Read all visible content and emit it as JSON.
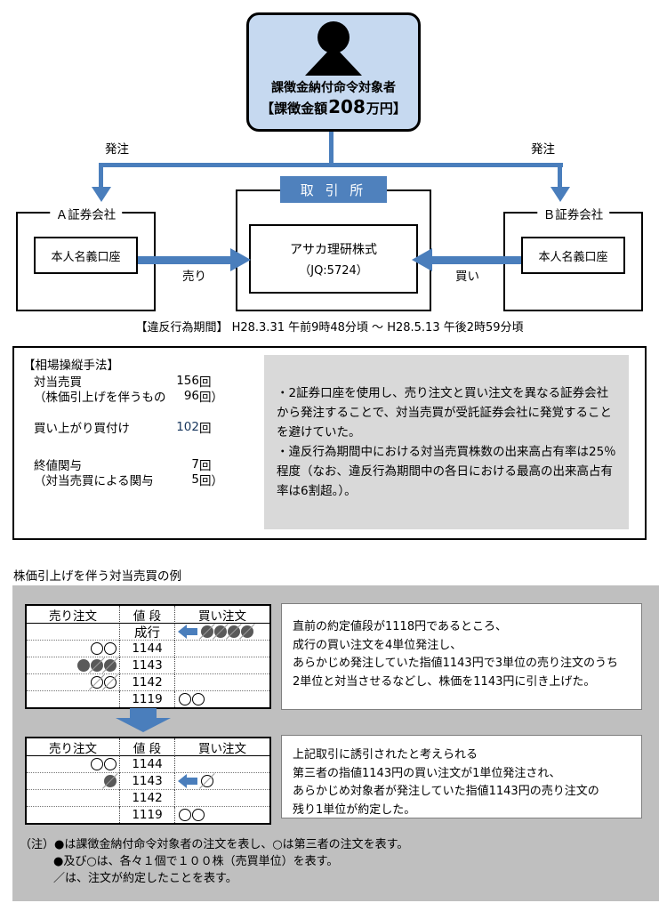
{
  "colors": {
    "accent_blue": "#4a7ebc",
    "exchange_blue": "#4f81bd",
    "subject_box_fill": "#c6d9f0",
    "panel_gray": "#bfbfbf",
    "method_note_gray": "#d9d9d9",
    "filled_circle": "#595959",
    "highlight_navy": "#17365d"
  },
  "subject": {
    "icon": "person-icon",
    "role": "課徴金納付命令対象者",
    "amount_prefix": "【課徴金額",
    "amount_number": "208",
    "amount_suffix": "万円】"
  },
  "flow": {
    "order_left": "発注",
    "order_right": "発注",
    "sell": "売り",
    "buy": "買い"
  },
  "exchange": {
    "name": "取 引 所",
    "stock": "アサカ理研株式",
    "code": "（JQ:5724）"
  },
  "brokers": {
    "a": {
      "name": "Ａ証券会社",
      "account": "本人名義口座"
    },
    "b": {
      "name": "Ｂ証券会社",
      "account": "本人名義口座"
    }
  },
  "violation_period": "【違反行為期間】 H28.3.31 午前9時48分頃 ～ H28.5.13 午後2時59分頃",
  "method": {
    "title": "【相場操縦手法】",
    "rows": [
      {
        "label": "対当売買",
        "num": "156",
        "unit": "回"
      },
      {
        "label": "（株価引上げを伴うもの",
        "num": "96",
        "unit": "回）"
      },
      {
        "label": "買い上がり買付け",
        "num": "102",
        "unit": "回"
      },
      {
        "label": "終値関与",
        "num": "7",
        "unit": "回"
      },
      {
        "label": "（対当売買による関与",
        "num": "5",
        "unit": "回）"
      }
    ],
    "notes": [
      "・2証券口座を使用し、売り注文と買い注文を異なる証券会社から発注することで、対当売買が受託証券会社に発覚することを避けていた。",
      "・違反行為期間中における対当売買株数の出来高占有率は25％程度（なお、違反行為期間中の各日における最高の出来高占有率は6割超。）。"
    ]
  },
  "example": {
    "title": "株価引上げを伴う対当売買の例",
    "headers": [
      "売り注文",
      "値 段",
      "買い注文"
    ],
    "token_legend": {
      "F": "filled-circle-icon (対象者の注文)",
      "FS": "filled-circle-executed-icon",
      "O": "open-circle-icon (第三者の注文)",
      "OS": "open-circle-executed-icon",
      "AL": "blue-left-arrow-icon"
    },
    "tables": [
      {
        "rows": [
          {
            "sell": [],
            "price": "成行",
            "buy": [
              "AL",
              "FS",
              "FS",
              "FS",
              "FS"
            ]
          },
          {
            "sell": [
              "O",
              "O"
            ],
            "price": "1144",
            "buy": []
          },
          {
            "sell": [
              "F",
              "FS",
              "FS"
            ],
            "price": "1143",
            "buy": []
          },
          {
            "sell": [
              "OS",
              "OS"
            ],
            "price": "1142",
            "buy": []
          },
          {
            "sell": [],
            "price": "1119",
            "buy": [
              "O",
              "O"
            ]
          }
        ],
        "description": "直前の約定値段が1118円であるところ、\n成行の買い注文を4単位発注し、\nあらかじめ発注していた指値1143円で3単位の売り注文のうち\n2単位と対当させるなどし、株価を1143円に引き上げた。"
      },
      {
        "rows": [
          {
            "sell": [
              "O",
              "O"
            ],
            "price": "1144",
            "buy": []
          },
          {
            "sell": [
              "FS"
            ],
            "price": "1143",
            "buy": [
              "AL",
              "OS"
            ]
          },
          {
            "sell": [],
            "price": "1142",
            "buy": []
          },
          {
            "sell": [],
            "price": "1119",
            "buy": [
              "O",
              "O"
            ]
          }
        ],
        "description": "上記取引に誘引されたと考えられる\n第三者の指値1143円の買い注文が1単位発注され、\nあらかじめ対象者が発注していた指値1143円の売り注文の\n残り1単位が約定した。"
      }
    ],
    "notes": [
      "（注）●は課徴金納付命令対象者の注文を表し、○は第三者の注文を表す。",
      "●及び○は、各々１個で１００株（売買単位）を表す。",
      "／は、注文が約定したことを表す。"
    ]
  }
}
